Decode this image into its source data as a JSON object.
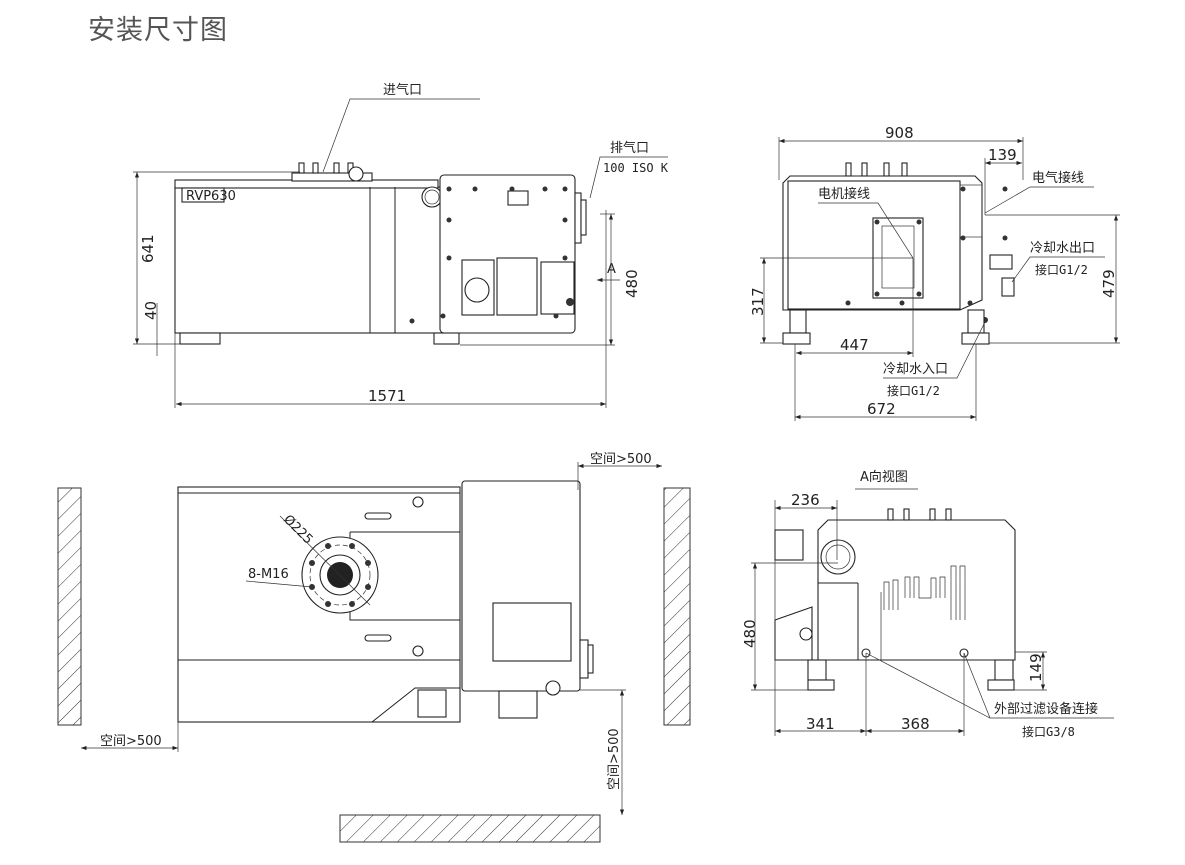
{
  "title": "安装尺寸图",
  "front_view": {
    "inlet_label": "进气口",
    "outlet_label": "排气口",
    "outlet_spec": "100 ISO K",
    "model_plate": "RVP630",
    "view_arrow": "A",
    "dims": {
      "height": "641",
      "foot": "40",
      "length": "1571",
      "outlet_height": "480"
    }
  },
  "side_view": {
    "motor_wiring": "电机接线",
    "electrical_wiring": "电气接线",
    "cooling_out": "冷却水出口",
    "cooling_out_port": "接口G1/2",
    "cooling_in": "冷却水入口",
    "cooling_in_port": "接口G1/2",
    "dims": {
      "width": "908",
      "box": "139",
      "height": "479",
      "motor_height": "317",
      "motor_offset": "447",
      "foot_span": "672"
    }
  },
  "top_view": {
    "flange_dia": "Ø225",
    "bolts": "8-M16",
    "clearance_right": "空间>500",
    "clearance_left": "空间>500",
    "clearance_bottom": "空间>500"
  },
  "a_view": {
    "title": "A向视图",
    "filter_label": "外部过滤设备连接",
    "filter_port": "接口G3/8",
    "dims": {
      "inlet_offset": "236",
      "height": "480",
      "port_height": "149",
      "left": "341",
      "span": "368"
    }
  }
}
